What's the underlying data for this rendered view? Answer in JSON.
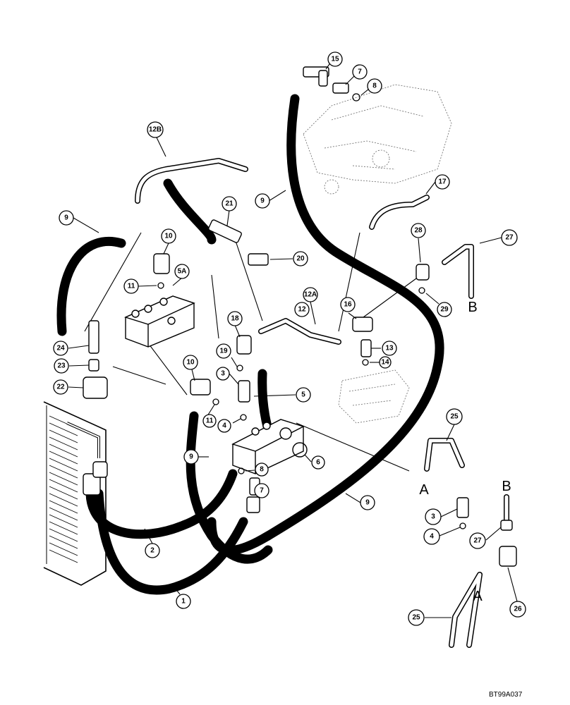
{
  "callouts": [
    {
      "id": "c-15",
      "label": "15"
    },
    {
      "id": "c-7a",
      "label": "7"
    },
    {
      "id": "c-8a",
      "label": "8"
    },
    {
      "id": "c-12b",
      "label": "12B"
    },
    {
      "id": "c-9a",
      "label": "9"
    },
    {
      "id": "c-17",
      "label": "17"
    },
    {
      "id": "c-9b",
      "label": "9"
    },
    {
      "id": "c-21",
      "label": "21"
    },
    {
      "id": "c-28",
      "label": "28"
    },
    {
      "id": "c-27a",
      "label": "27"
    },
    {
      "id": "c-10a",
      "label": "10"
    },
    {
      "id": "c-20",
      "label": "20"
    },
    {
      "id": "c-5a",
      "label": "5A"
    },
    {
      "id": "c-11a",
      "label": "11"
    },
    {
      "id": "c-12a",
      "label": "12A"
    },
    {
      "id": "c-12",
      "label": "12"
    },
    {
      "id": "c-16",
      "label": "16"
    },
    {
      "id": "c-29",
      "label": "29"
    },
    {
      "id": "c-18",
      "label": "18"
    },
    {
      "id": "c-13",
      "label": "13"
    },
    {
      "id": "c-24",
      "label": "24"
    },
    {
      "id": "c-19",
      "label": "19"
    },
    {
      "id": "c-14",
      "label": "14"
    },
    {
      "id": "c-23",
      "label": "23"
    },
    {
      "id": "c-10b",
      "label": "10"
    },
    {
      "id": "c-3a",
      "label": "3"
    },
    {
      "id": "c-22",
      "label": "22"
    },
    {
      "id": "c-5",
      "label": "5"
    },
    {
      "id": "c-25a",
      "label": "25"
    },
    {
      "id": "c-11b",
      "label": "11"
    },
    {
      "id": "c-4a",
      "label": "4"
    },
    {
      "id": "c-9c",
      "label": "9"
    },
    {
      "id": "c-6",
      "label": "6"
    },
    {
      "id": "c-8b",
      "label": "8"
    },
    {
      "id": "c-7b",
      "label": "7"
    },
    {
      "id": "c-9d",
      "label": "9"
    },
    {
      "id": "c-3b",
      "label": "3"
    },
    {
      "id": "c-4b",
      "label": "4"
    },
    {
      "id": "c-27b",
      "label": "27"
    },
    {
      "id": "c-2",
      "label": "2"
    },
    {
      "id": "c-1",
      "label": "1"
    },
    {
      "id": "c-26",
      "label": "26"
    },
    {
      "id": "c-25b",
      "label": "25"
    }
  ],
  "letters": {
    "b_top": "B",
    "a_mid": "A",
    "b_mid": "B",
    "a_bottom": "A"
  },
  "figure_code": "BT99A037"
}
